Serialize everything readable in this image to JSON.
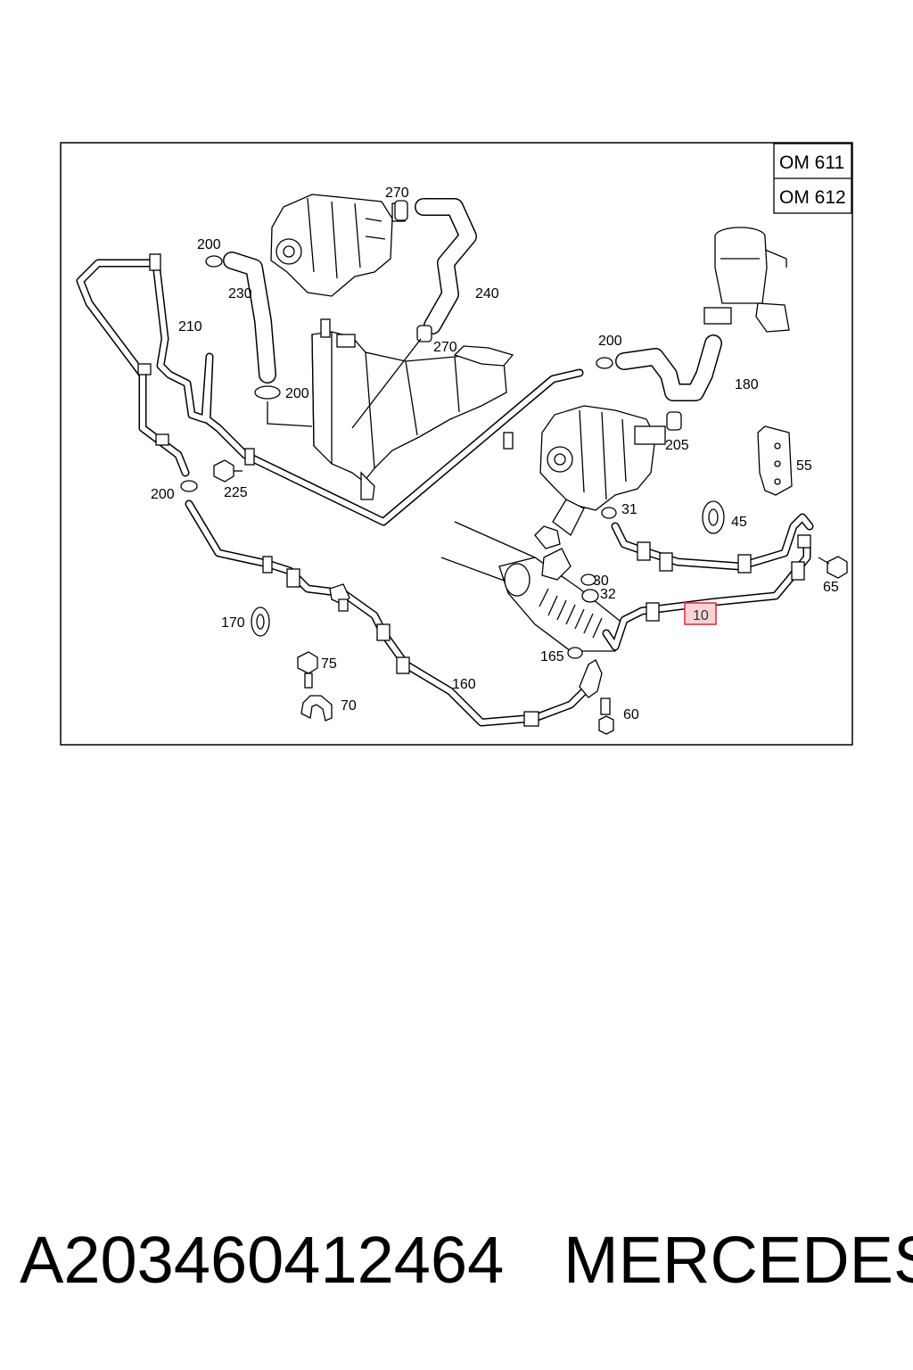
{
  "engine_labels": [
    "OM 611",
    "OM 612"
  ],
  "callouts": {
    "c270a": "270",
    "c270b": "270",
    "c200a": "200",
    "c200b": "200",
    "c200c": "200",
    "c200d": "200",
    "c230": "230",
    "c240": "240",
    "c210": "210",
    "c180": "180",
    "c205": "205",
    "c225": "225",
    "c55": "55",
    "c31": "31",
    "c45": "45",
    "c30": "30",
    "c32": "32",
    "c65": "65",
    "c10": "10",
    "c170": "170",
    "c165": "165",
    "c75": "75",
    "c160": "160",
    "c70": "70",
    "c60": "60"
  },
  "highlight_color": "#d9363e",
  "caption": {
    "part_number": "A203460412464",
    "brand": "MERCEDES"
  }
}
